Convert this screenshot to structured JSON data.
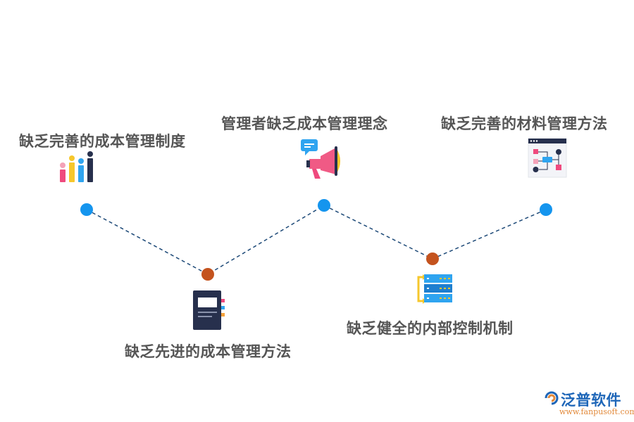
{
  "items": [
    {
      "label": "缺乏完善的成本管理制度",
      "icon": "bar-chart-icon"
    },
    {
      "label": "管理者缺乏成本管理理念",
      "icon": "megaphone-icon"
    },
    {
      "label": "缺乏完善的材料管理方法",
      "icon": "flowchart-icon"
    },
    {
      "label": "缺乏先进的成本管理方法",
      "icon": "document-icon"
    },
    {
      "label": "缺乏健全的内部控制机制",
      "icon": "server-icon"
    }
  ],
  "colors": {
    "top_node": "#1595ee",
    "bottom_node": "#c4531e",
    "connector": "#1e4a78",
    "label_text": "#555555"
  },
  "brand": {
    "name": "泛普软件",
    "url": "www.fanpusoft.com"
  }
}
